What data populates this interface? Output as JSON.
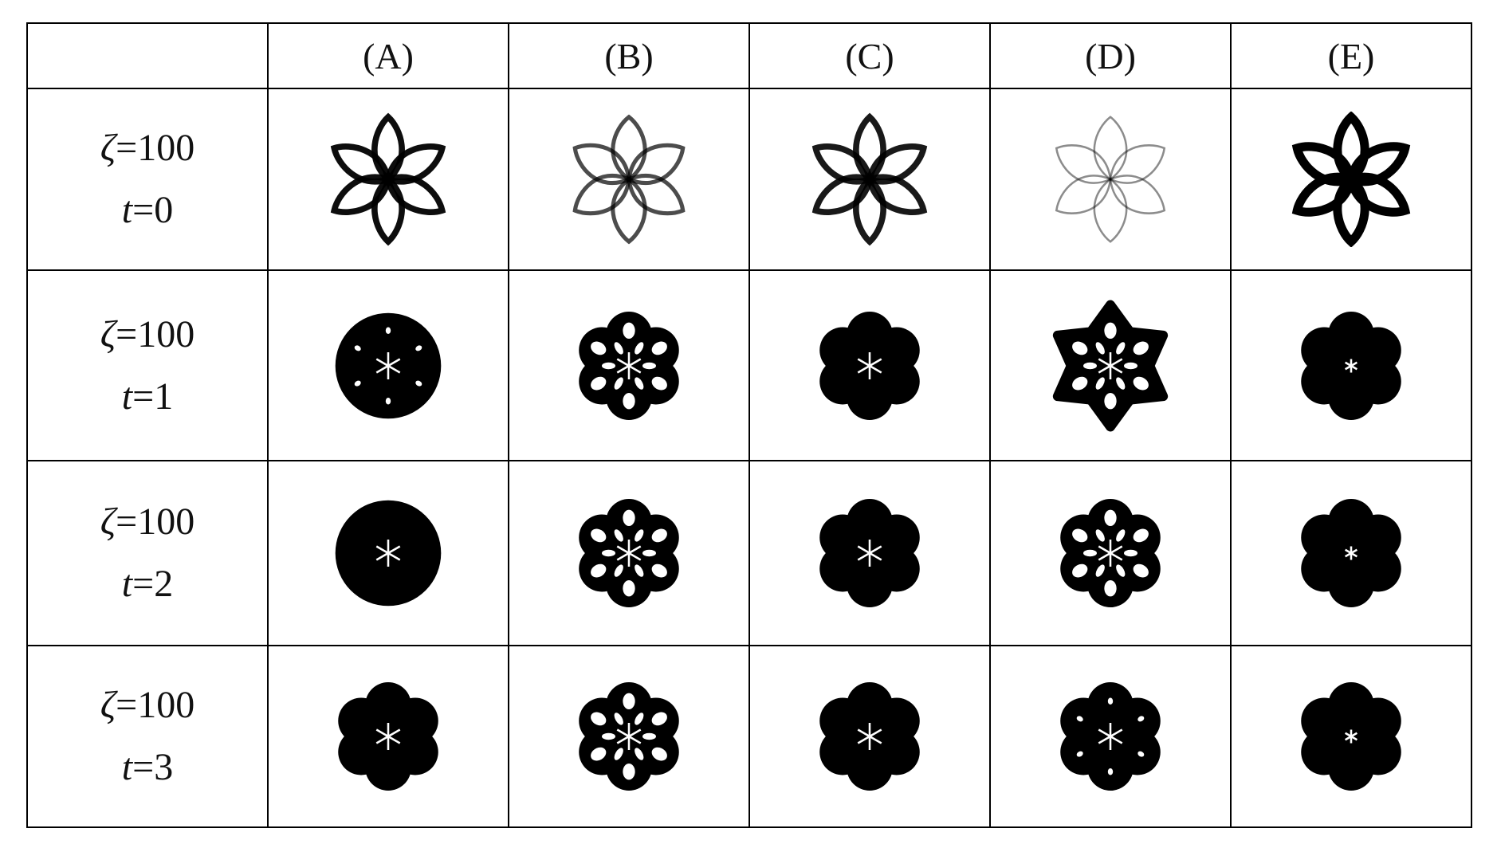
{
  "columns": [
    "(A)",
    "(B)",
    "(C)",
    "(D)",
    "(E)"
  ],
  "rows": [
    {
      "zeta_sym": "ζ",
      "zeta_val": "=100",
      "t_sym": "t",
      "t_val": "=0"
    },
    {
      "zeta_sym": "ζ",
      "zeta_val": "=100",
      "t_sym": "t",
      "t_val": "=1"
    },
    {
      "zeta_sym": "ζ",
      "zeta_val": "=100",
      "t_sym": "t",
      "t_val": "=2"
    },
    {
      "zeta_sym": "ζ",
      "zeta_val": "=100",
      "t_sym": "t",
      "t_val": "=3"
    }
  ],
  "colors": {
    "ink": "#000000",
    "light_ink": "#6e6e6e",
    "paper": "#ffffff"
  },
  "icons": [
    "six-petal-outline-pattern",
    "filled-hexagonal-blob-pattern"
  ]
}
